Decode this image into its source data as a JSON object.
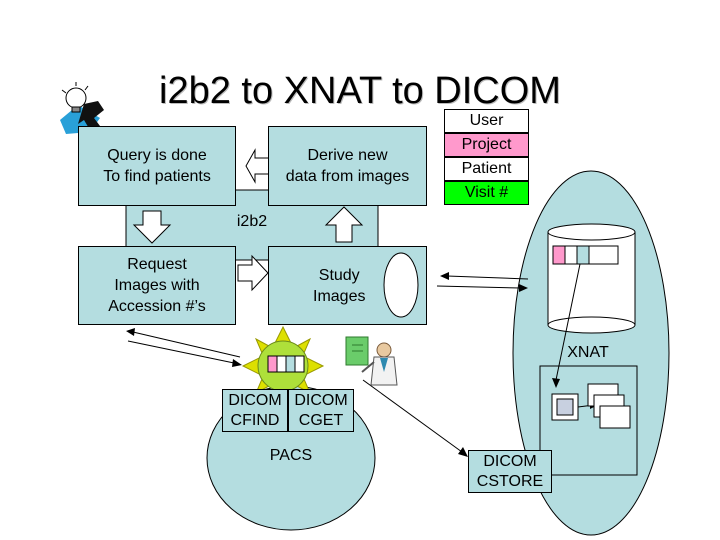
{
  "title": "i2b2 to XNAT to DICOM",
  "boxes": {
    "query": "Query is done\nTo find patients",
    "derive": "Derive new\ndata from images",
    "request": "Request\nImages with\nAccession #’s",
    "study": "Study\nImages"
  },
  "labels": {
    "i2b2": "i2b2",
    "xnat": "XNAT",
    "pacs": "PACS",
    "cfind": "DICOM\nCFIND",
    "cget": "DICOM\nCGET",
    "cstore": "DICOM\nCSTORE"
  },
  "legend": [
    {
      "label": "User",
      "color": "#ffffff"
    },
    {
      "label": "Project",
      "color": "#ff99cc"
    },
    {
      "label": "Patient",
      "color": "#ffffff"
    },
    {
      "label": "Visit #",
      "color": "#00ff00"
    }
  ],
  "record_cells": [
    {
      "color": "#ff99cc"
    },
    {
      "color": "#ffffff"
    },
    {
      "color": "#b4dde0"
    },
    {
      "color": "#ffffff"
    }
  ],
  "icons": [
    "user-lightbulb-icon",
    "sun-record-icon",
    "presenter-icon",
    "images-stack-icon"
  ]
}
